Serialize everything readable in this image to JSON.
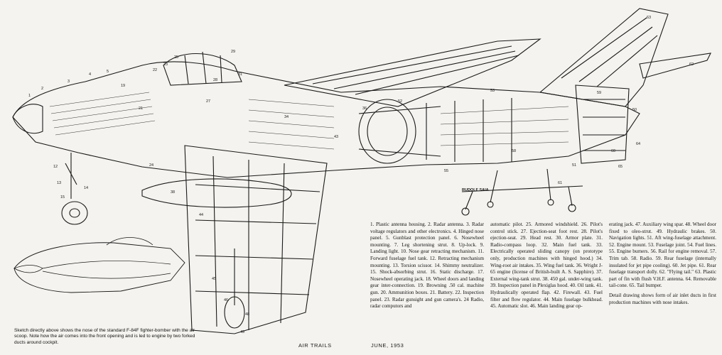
{
  "legend": {
    "column_1": "1. Plastic antenna housing. 2. Radar antenna. 3. Radar voltage regulators and other electronics. 4. Hinged nose panel. 5. Gunblast protection panel. 6. Nosewheel mounting. 7. Leg shortening strut. 8. Up-lock. 9. Landing light. 10. Nose gear retracting mechanism. 11. Forward fuselage fuel tank. 12. Retracting mechanism mounting. 13. Torsion scissor. 14. Shimmy neutralizer. 15. Shock-absorbing strut. 16. Static discharge. 17. Nosewheel operating jack. 18. Wheel doors and landing gear inter-connection. 19. Browning .50 cal. machine gun. 20. Ammunition boxes. 21. Battery. 22. Inspection panel. 23. Radar gunsight and gun camera's. 24 Radio, radar computors and",
    "column_2": "automatic pilot. 25. Armored windshield. 26. Pilot's control stick. 27. Ejection-seat foot rest. 28. Pilot's ejection-seat. 29. Head rest. 30. Armor plate. 31. Radio-compass loop. 32. Main fuel tank. 33. Electrically operated sliding canopy (on prototype only, production machines with hinged hood.) 34. Wing-root air intakes. 35. Wing fuel tank. 36. Wright J-65 engine (license of British-built A. S. Sapphire). 37. External wing-tank strut. 38. 450 gal. under-wing tank. 39. Inspection panel in Plexiglas hood. 40. Oil tank. 41. Hydraulically operated flap. 42. Firewall. 43. Fuel filter and flow regulator. 44. Main fuselage bulkhead. 45. Automatic slot. 46. Main landing gear op-",
    "column_3a": "erating jack. 47. Auxiliary wing spar. 48. Wheel door fixed to oleo-strut. 49. Hydraulic brakes. 50. Navigation lights. 51. Aft wing-fuselage attachment. 52. Engine mount. 53. Fuselage joint. 54. Fuel lines. 55. Engine burners. 56. Rail for engine removal. 57. Trim tab. 58. Radio. 59. Rear fuselage (internally insulated for jet pipe cooling). 60. Jet pipe. 61. Rear fuselage transport dolly. 62. \"Flying tail.\" 63. Plastic part of fin with flush V.H.F. antenna. 64. Removable tail-cone. 65. Tail bumper.",
    "column_3b": "Detail drawing shows form of air inlet ducts in first production machines with nose intakes."
  },
  "sketch_caption": "Sketch directly above shows the nose of the standard F-84F fighter-bomber with the air scoop. Note how the air comes into the front opening and is led to engine by two forked ducts around cockpit.",
  "footer": {
    "magazine": "AIR TRAILS",
    "date": "JUNE, 1953"
  },
  "artist_signature": "RUDOLF SAIA",
  "callouts": [
    "1",
    "2",
    "3",
    "4",
    "5",
    "12",
    "13",
    "14",
    "15",
    "19",
    "21",
    "22",
    "23",
    "24",
    "25",
    "27",
    "28",
    "29",
    "31",
    "34",
    "36",
    "38",
    "43",
    "44",
    "45",
    "46",
    "48",
    "49",
    "50",
    "51",
    "52",
    "53",
    "55",
    "58",
    "59",
    "60",
    "61",
    "62",
    "63",
    "64",
    "65"
  ],
  "colors": {
    "paper": "#f4f3ef",
    "ink": "#1a1a1a"
  }
}
